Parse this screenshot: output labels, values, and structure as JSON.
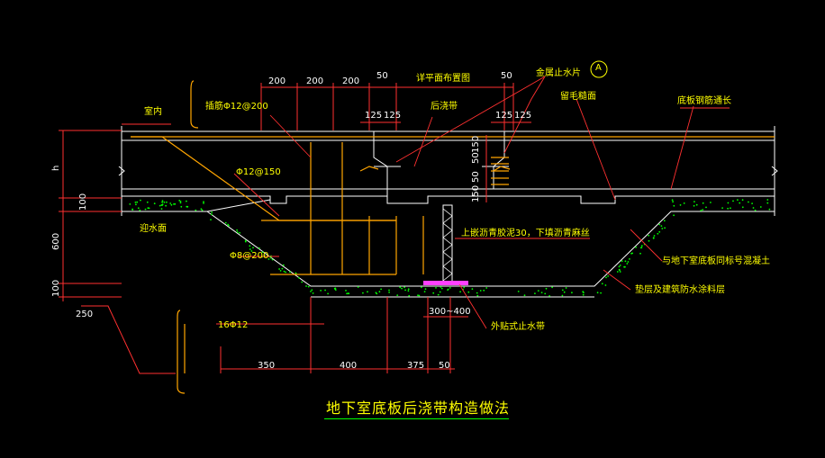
{
  "title": "地下室底板后浇带构造做法",
  "labels": {
    "indoor": "室内",
    "anchor_bar": "插筋Φ12@200",
    "anchor_bar2": "Φ12@150",
    "stirrup": "Φ8@200",
    "bars": "16Φ12",
    "plan_ref": "详平面布置图",
    "metal_waterstop": "金属止水片",
    "grid_mark": "A",
    "rough_face": "留毛糙面",
    "post_pour": "后浇带",
    "bottom_bar": "底板钢筋通长",
    "waterproof_face": "迎水面",
    "asphalt_note": "上嵌沥青胶泥30，下填沥青麻丝",
    "fill_concrete": "与地下室底板同标号混凝土",
    "cushion": "垫层及建筑防水涂料层",
    "ext_waterstop": "外贴式止水带",
    "width_range": "300~400"
  },
  "dims": {
    "top1": "200",
    "top2": "200",
    "top3": "200",
    "top4": "50",
    "top5": "50",
    "c1": "125",
    "c2": "125",
    "c3": "125",
    "c4": "125",
    "v150a": "150",
    "v50a": "50",
    "v50b": "50",
    "v150b": "150",
    "h": "h",
    "v100a": "100",
    "v600": "600",
    "v100b": "100",
    "v250": "250",
    "b1": "350",
    "b2": "400",
    "b3": "375",
    "b4": "50"
  },
  "colors": {
    "bg": "#000000",
    "concrete": "#ffffff",
    "rebar": "#ffa500",
    "dim": "#ff3030",
    "leader": "#ff3030",
    "hatch": "#00ff00",
    "text": "#ffff00"
  }
}
